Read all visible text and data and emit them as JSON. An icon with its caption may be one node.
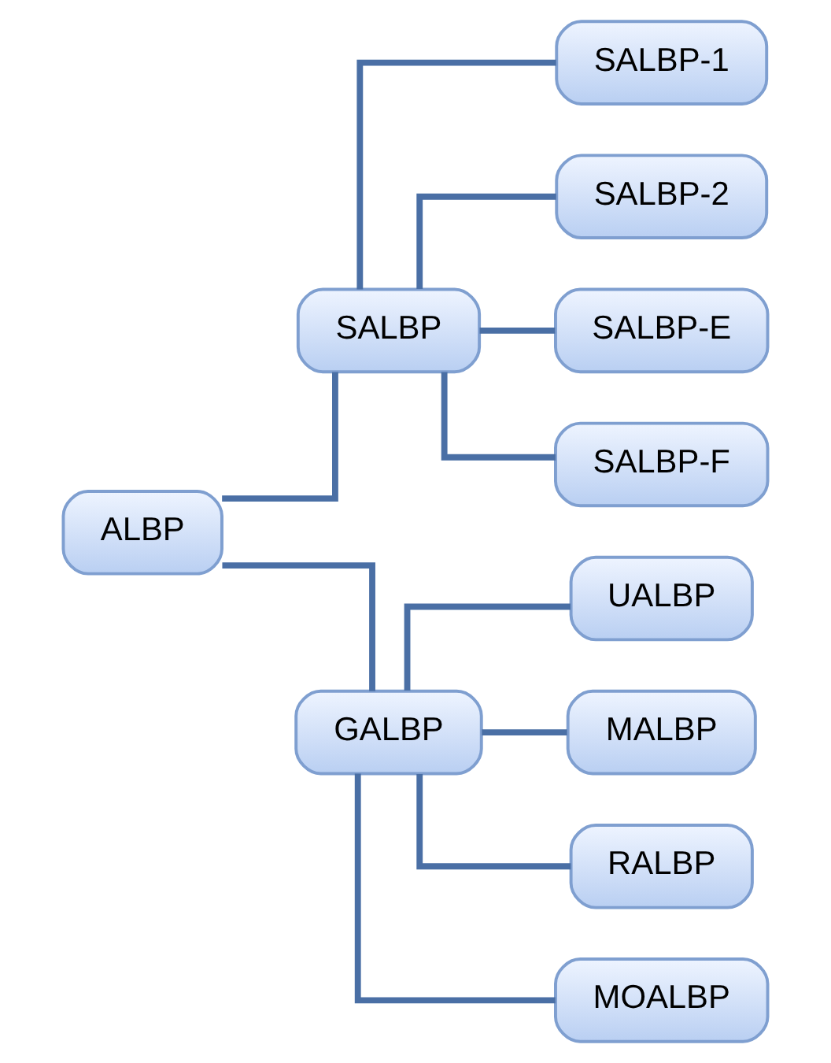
{
  "diagram": {
    "nodes": [
      {
        "text": [
          "ALBP"
        ]
      },
      {
        "text": [
          "SALBP"
        ]
      },
      {
        "text": [
          "GALBP"
        ]
      },
      {
        "text": [
          "SALBP-1"
        ]
      },
      {
        "text": [
          "SALBP-2"
        ]
      },
      {
        "text": [
          "SALBP-E"
        ]
      },
      {
        "text": [
          "SALBP-F"
        ]
      },
      {
        "text": [
          "UALBP"
        ]
      },
      {
        "text": [
          "MALBP"
        ]
      },
      {
        "text": [
          "RALBP"
        ]
      },
      {
        "text": [
          "MOALBP"
        ]
      }
    ],
    "edges": [
      {
        "from": 0,
        "to": 1,
        "arrow": "none"
      },
      {
        "from": 0,
        "to": 2,
        "arrow": "none"
      },
      {
        "from": 1,
        "to": 3,
        "arrow": "none"
      },
      {
        "from": 1,
        "to": 4,
        "arrow": "none"
      },
      {
        "from": 1,
        "to": 5,
        "arrow": "none"
      },
      {
        "from": 1,
        "to": 6,
        "arrow": "none"
      },
      {
        "from": 2,
        "to": 7,
        "arrow": "none"
      },
      {
        "from": 2,
        "to": 8,
        "arrow": "none"
      },
      {
        "from": 2,
        "to": 9,
        "arrow": "none"
      },
      {
        "from": 2,
        "to": 10,
        "arrow": "none"
      }
    ]
  }
}
